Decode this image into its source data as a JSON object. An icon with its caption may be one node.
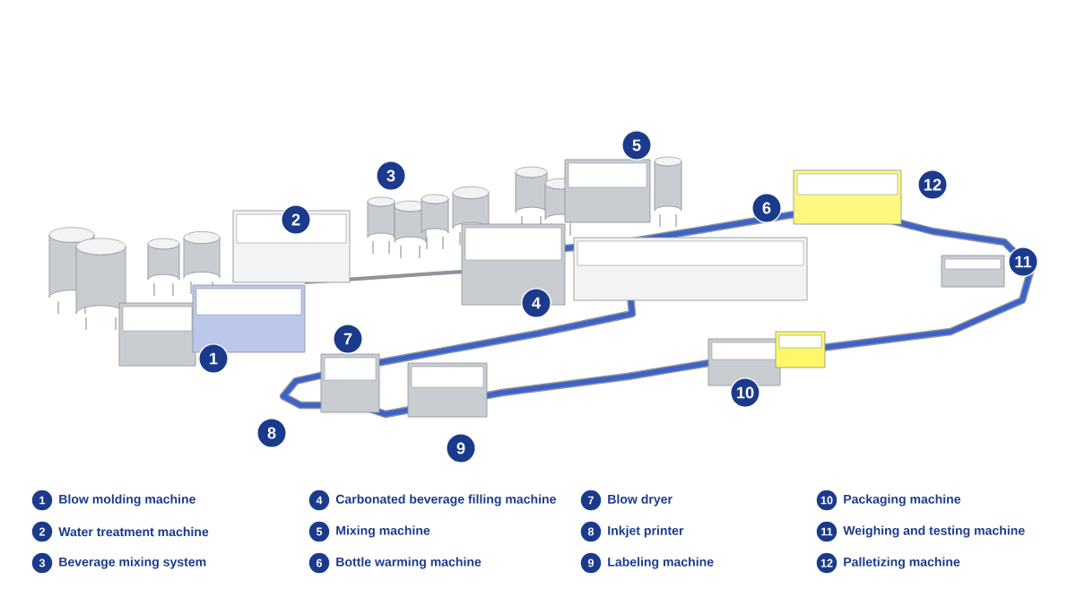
{
  "diagram": {
    "labels": [
      "5",
      "3",
      "12",
      "6",
      "2",
      "11",
      "4",
      "7",
      "1",
      "10",
      "8",
      "9",
      "1",
      "4",
      "7",
      "10",
      "2",
      "5",
      "8",
      "11",
      "3",
      "6",
      "9",
      "12"
    ],
    "legend": [
      {
        "text": "Blow molding machine"
      },
      {
        "text": "Carbonated beverage filling machine"
      },
      {
        "text": "Blow dryer"
      },
      {
        "text": "Packaging machine"
      },
      {
        "text": "Water treatment machine"
      },
      {
        "text": "Mixing machine"
      },
      {
        "text": "Inkjet printer"
      },
      {
        "text": "Weighing and testing machine"
      },
      {
        "text": "Beverage mixing system"
      },
      {
        "text": "Bottle warming machine"
      },
      {
        "text": "Labeling machine"
      },
      {
        "text": "Palletizing machine"
      }
    ]
  }
}
